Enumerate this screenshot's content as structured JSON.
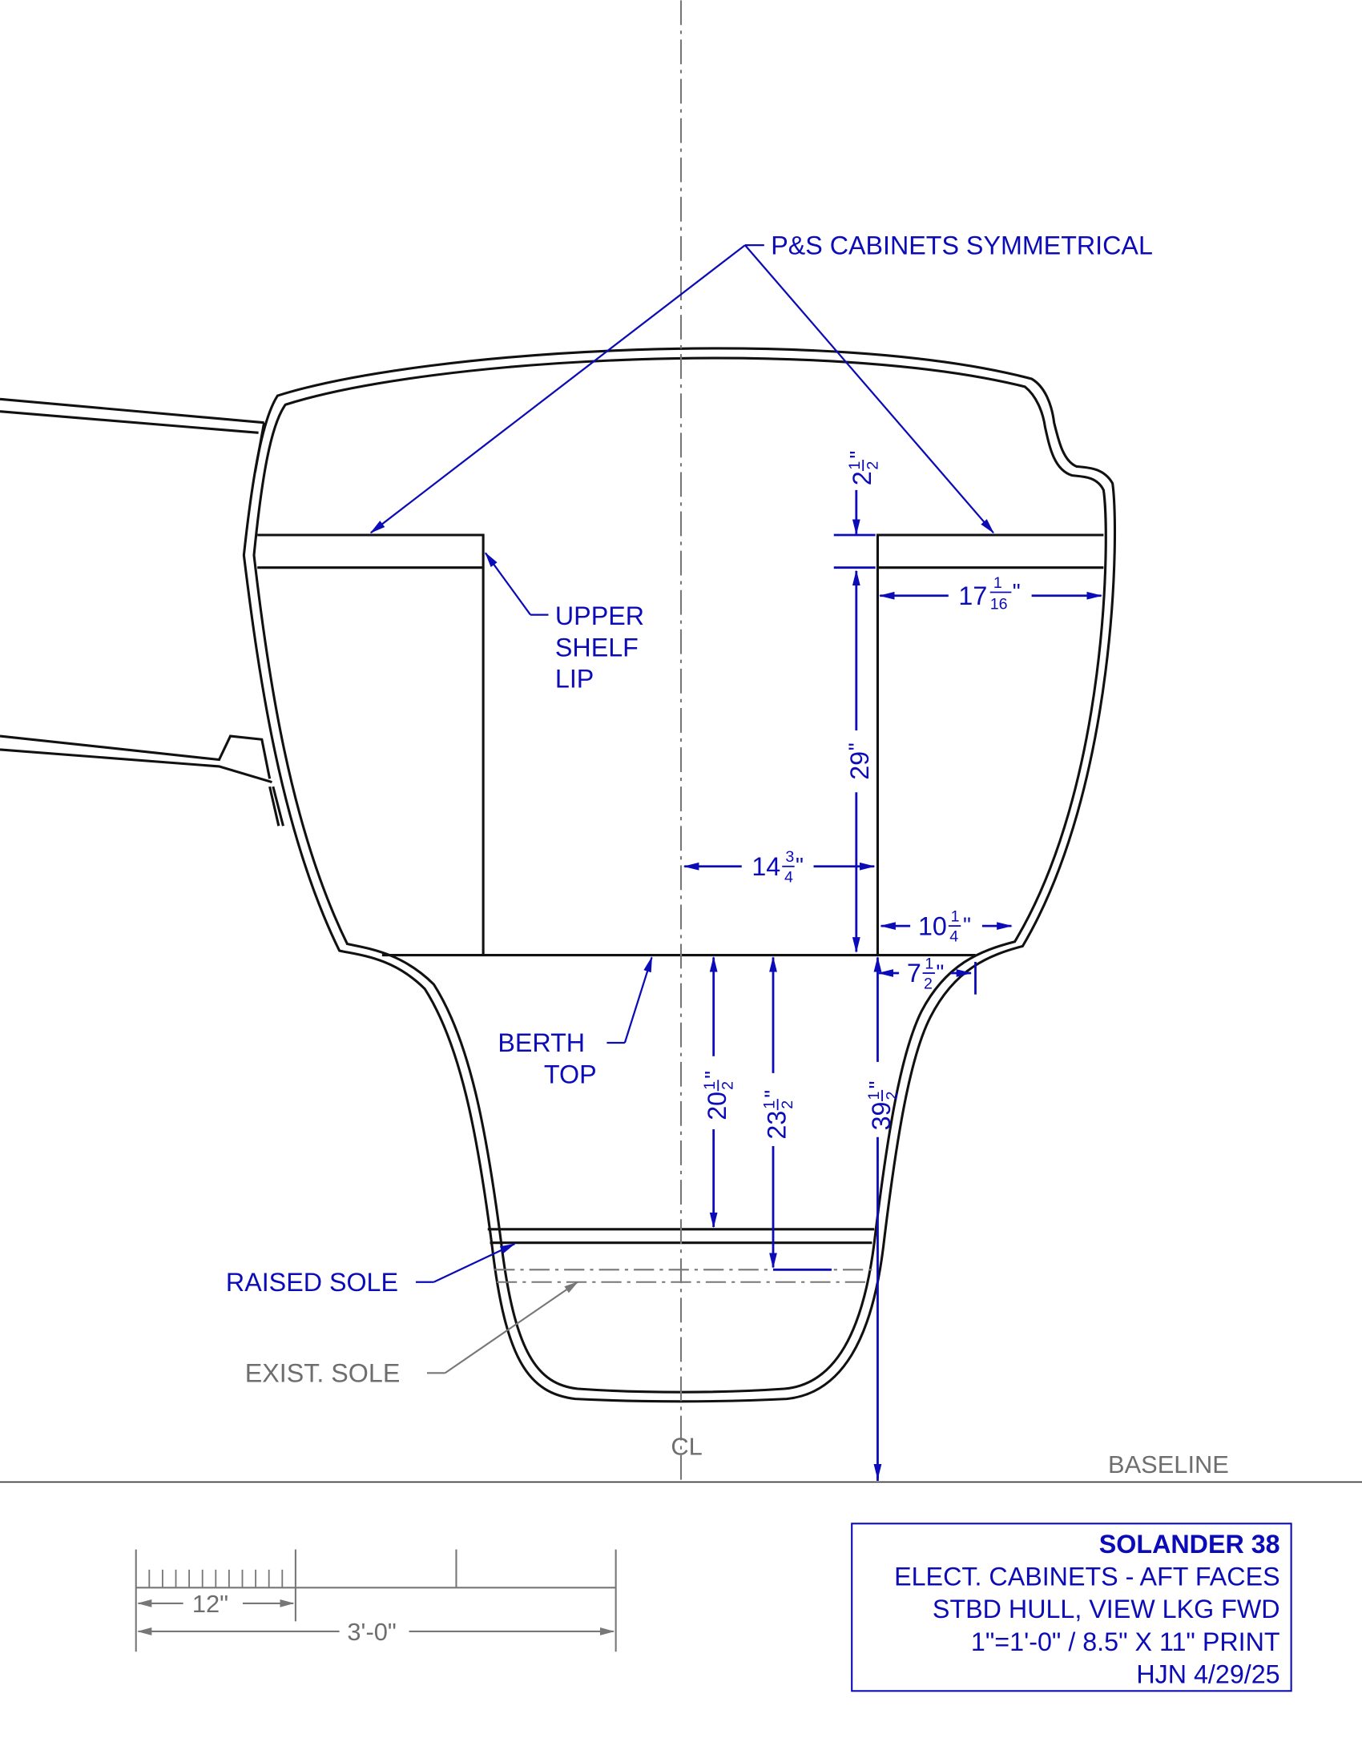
{
  "callouts": {
    "cabinets": "P&S CABINETS SYMMETRICAL",
    "upper_shelf_lip": [
      "UPPER",
      "SHELF",
      "LIP"
    ],
    "berth_top": [
      "BERTH",
      "TOP"
    ],
    "raised_sole": "RAISED SOLE",
    "exist_sole": "EXIST. SOLE",
    "centerline": "CL",
    "baseline": "BASELINE"
  },
  "dimensions": {
    "shelf_lip_height": {
      "whole": "2",
      "num": "1",
      "den": "2",
      "unit": "\""
    },
    "cabinet_width": {
      "whole": "17",
      "num": "1",
      "den": "16",
      "unit": "\""
    },
    "cabinet_height": {
      "whole": "29",
      "unit": "\""
    },
    "cl_to_cabinet": {
      "whole": "14",
      "num": "3",
      "den": "4",
      "unit": "\""
    },
    "cabinet_bottom_width": {
      "whole": "10",
      "num": "1",
      "den": "4",
      "unit": "\""
    },
    "hull_offset": {
      "whole": "7",
      "num": "1",
      "den": "2",
      "unit": "\""
    },
    "berth_to_raised_sole": {
      "whole": "20",
      "num": "1",
      "den": "2",
      "unit": "\""
    },
    "berth_to_exist_sole": {
      "whole": "23",
      "num": "1",
      "den": "2",
      "unit": "\""
    },
    "berth_to_baseline": {
      "whole": "39",
      "num": "1",
      "den": "2",
      "unit": "\""
    }
  },
  "scale_bar": {
    "short_label": "12\"",
    "long_label": "3'-0\""
  },
  "title_block": {
    "project": "SOLANDER 38",
    "lines": [
      "ELECT. CABINETS - AFT FACES",
      "STBD HULL, VIEW LKG FWD",
      "1\"=1'-0\" / 8.5\" X 11\" PRINT",
      "HJN 4/29/25"
    ]
  },
  "colors": {
    "annotation": "#0b0bb8",
    "linework": "#111111",
    "reference": "#6e6e6e"
  }
}
